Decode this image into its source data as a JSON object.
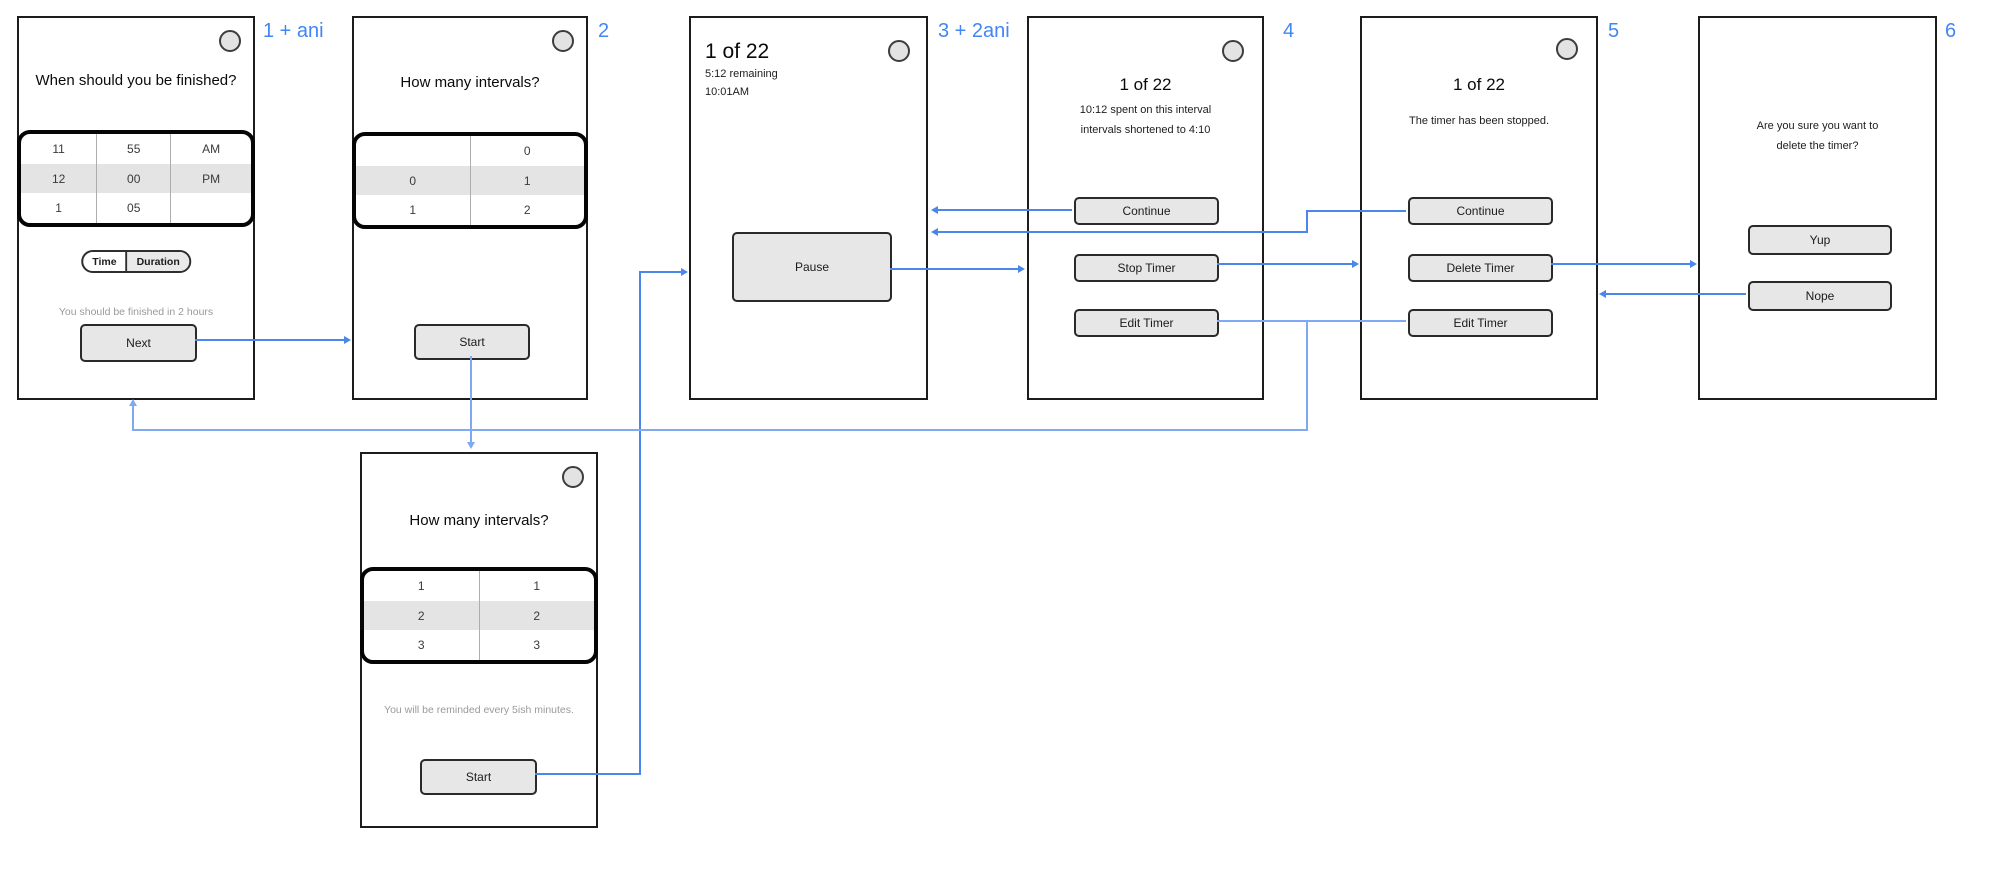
{
  "labels": {
    "s1": "1 + ani",
    "s2": "2",
    "s3": "3 + 2ani",
    "s4": "4",
    "s5": "5",
    "s6": "6"
  },
  "colors": {
    "annotation_blue": "#4285f4",
    "connector_blue": "#4a86ec",
    "connector_light_blue": "#7fa9f3"
  },
  "s1": {
    "title": "When should you be finished?",
    "picker": {
      "rows": [
        [
          "11",
          "55",
          "AM"
        ],
        [
          "12",
          "00",
          "PM"
        ],
        [
          "1",
          "05",
          ""
        ]
      ]
    },
    "segmented": {
      "options": [
        "Time",
        "Duration"
      ]
    },
    "hint": "You should be finished in 2 hours",
    "button": "Next"
  },
  "s2": {
    "title": "How many intervals?",
    "picker": {
      "rows": [
        [
          "",
          "0"
        ],
        [
          "0",
          "1"
        ],
        [
          "1",
          "2"
        ]
      ]
    },
    "button": "Start"
  },
  "s2b": {
    "title": "How many intervals?",
    "picker": {
      "rows": [
        [
          "1",
          "1"
        ],
        [
          "2",
          "2"
        ],
        [
          "3",
          "3"
        ]
      ]
    },
    "hint": "You will be reminded every 5ish minutes.",
    "button": "Start"
  },
  "s3": {
    "title": "1 of 22",
    "subtitle1": "5:12 remaining",
    "subtitle2": "10:01AM",
    "button": "Pause"
  },
  "s4": {
    "title": "1 of 22",
    "subtitle1": "10:12 spent on this interval",
    "subtitle2": "intervals shortened to 4:10",
    "buttons": [
      "Continue",
      "Stop Timer",
      "Edit Timer"
    ]
  },
  "s5": {
    "title": "1 of 22",
    "subtitle1": "The timer has been stopped.",
    "buttons": [
      "Continue",
      "Delete Timer",
      "Edit Timer"
    ]
  },
  "s6": {
    "line1": "Are you sure you want to",
    "line2": "delete the timer?",
    "buttons": [
      "Yup",
      "Nope"
    ]
  }
}
